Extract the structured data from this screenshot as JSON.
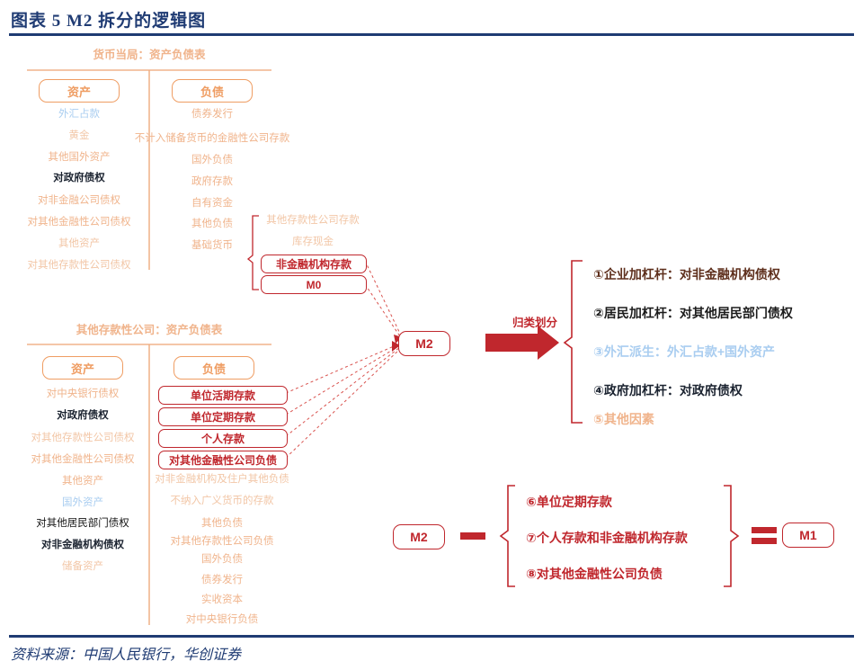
{
  "header": {
    "title": "图表 5   M2 拆分的逻辑图",
    "accent_color": "#1f3b73"
  },
  "footer": {
    "source": "资料来源：中国人民银行，华创证券"
  },
  "panels": {
    "monetary_authority": {
      "title": "货币当局：资产负债表",
      "assets_header": "资产",
      "liabilities_header": "负债",
      "assets": [
        {
          "label": "外汇占款",
          "tone": "blue"
        },
        {
          "label": "黄金",
          "tone": "pale"
        },
        {
          "label": "其他国外资产",
          "tone": "light"
        },
        {
          "label": "对政府债权",
          "tone": "dark"
        },
        {
          "label": "对非金融公司债权",
          "tone": "light"
        },
        {
          "label": "对其他金融性公司债权",
          "tone": "light"
        },
        {
          "label": "其他资产",
          "tone": "pale"
        },
        {
          "label": "对其他存款性公司债权",
          "tone": "pale"
        }
      ],
      "liabilities": [
        {
          "label": "债券发行",
          "tone": "light"
        },
        {
          "label": "不计入储备货币的金融性公司存款",
          "tone": "light"
        },
        {
          "label": "国外负债",
          "tone": "light"
        },
        {
          "label": "政府存款",
          "tone": "light"
        },
        {
          "label": "自有资金",
          "tone": "light"
        },
        {
          "label": "其他负债",
          "tone": "light"
        },
        {
          "label": "基础货币",
          "tone": "light"
        }
      ],
      "base_money_breakdown": [
        {
          "label": "其他存款性公司存款",
          "tone": "pale",
          "boxed": false
        },
        {
          "label": "库存现金",
          "tone": "pale",
          "boxed": false
        },
        {
          "label": "非金融机构存款",
          "tone": "red",
          "boxed": true
        },
        {
          "label": "M0",
          "tone": "red",
          "boxed": true
        }
      ]
    },
    "other_depository": {
      "title": "其他存款性公司：资产负债表",
      "assets_header": "资产",
      "liabilities_header": "负债",
      "assets": [
        {
          "label": "对中央银行债权",
          "tone": "light"
        },
        {
          "label": "对政府债权",
          "tone": "dark"
        },
        {
          "label": "对其他存款性公司债权",
          "tone": "pale"
        },
        {
          "label": "对其他金融性公司债权",
          "tone": "light"
        },
        {
          "label": "其他资产",
          "tone": "light"
        },
        {
          "label": "国外资产",
          "tone": "blue"
        },
        {
          "label": "对其他居民部门债权",
          "tone": "black"
        },
        {
          "label": "对非金融机构债权",
          "tone": "dark"
        },
        {
          "label": "储备资产",
          "tone": "pale"
        }
      ],
      "liabilities_boxed": [
        {
          "label": "单位活期存款"
        },
        {
          "label": "单位定期存款"
        },
        {
          "label": "个人存款"
        },
        {
          "label": "对其他金融性公司负债"
        }
      ],
      "liabilities_rest": [
        {
          "label": "对非金融机构及住户其他负债",
          "tone": "pale"
        },
        {
          "label": "不纳入广义货币的存款",
          "tone": "pale"
        },
        {
          "label": "其他负债",
          "tone": "light"
        },
        {
          "label": "对其他存款性公司负债",
          "tone": "light"
        },
        {
          "label": "国外负债",
          "tone": "light"
        },
        {
          "label": "债券发行",
          "tone": "light"
        },
        {
          "label": "实收资本",
          "tone": "light"
        },
        {
          "label": "对中央银行负债",
          "tone": "light"
        }
      ]
    }
  },
  "flow": {
    "m2_top_label": "M2",
    "m2_bottom_label": "M2",
    "m1_label": "M1",
    "classification_label": "归类划分",
    "minus_symbol": "−",
    "equals_symbol": "=",
    "classification_items": [
      {
        "num": "①",
        "text": "①企业加杠杆：对非金融机构债权",
        "tone": "n1"
      },
      {
        "num": "②",
        "text": "②居民加杠杆：对其他居民部门债权",
        "tone": "n2"
      },
      {
        "num": "③",
        "text": "③外汇派生：外汇占款+国外资产",
        "tone": "n3"
      },
      {
        "num": "④",
        "text": "④政府加杠杆：对政府债权",
        "tone": "n4"
      },
      {
        "num": "⑤",
        "text": "⑤其他因素",
        "tone": "n5"
      }
    ],
    "m1_items": [
      {
        "num": "⑥",
        "text": "⑥单位定期存款"
      },
      {
        "num": "⑦",
        "text": "⑦个人存款和非金融机构存款"
      },
      {
        "num": "⑧",
        "text": "⑧对其他金融性公司负债"
      }
    ]
  },
  "colors": {
    "navy": "#1f3b73",
    "red": "#c0272d",
    "orange": "#ef9d63",
    "light_orange": "#f0b48c",
    "pale_orange": "#f2c6a6",
    "light_blue": "#a9cdf0",
    "dark_navy_text": "#1b2330"
  }
}
